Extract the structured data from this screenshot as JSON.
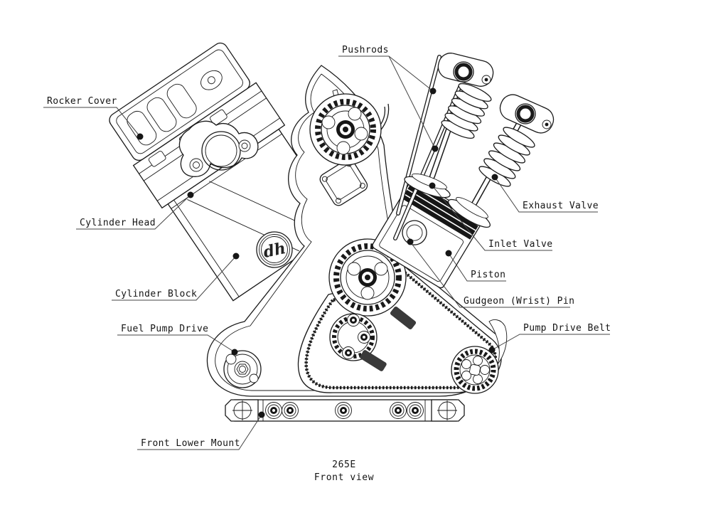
{
  "caption": {
    "model": "265E",
    "view": "Front view"
  },
  "logo": {
    "monogram": "dh"
  },
  "colors": {
    "line": "#1a1a1a",
    "background": "#ffffff",
    "leader": "#444444"
  },
  "labels": [
    {
      "name": "rocker-cover",
      "text": "Rocker Cover"
    },
    {
      "name": "cylinder-head",
      "text": "Cylinder Head"
    },
    {
      "name": "cylinder-block",
      "text": "Cylinder Block"
    },
    {
      "name": "fuel-pump-drive",
      "text": "Fuel Pump Drive"
    },
    {
      "name": "front-lower-mount",
      "text": "Front Lower Mount"
    },
    {
      "name": "pushrods",
      "text": "Pushrods"
    },
    {
      "name": "exhaust-valve",
      "text": "Exhaust Valve"
    },
    {
      "name": "inlet-valve",
      "text": "Inlet Valve"
    },
    {
      "name": "piston",
      "text": "Piston"
    },
    {
      "name": "gudgeon-wrist-pin",
      "text": "Gudgeon (Wrist) Pin"
    },
    {
      "name": "pump-drive-belt",
      "text": "Pump Drive Belt"
    }
  ]
}
